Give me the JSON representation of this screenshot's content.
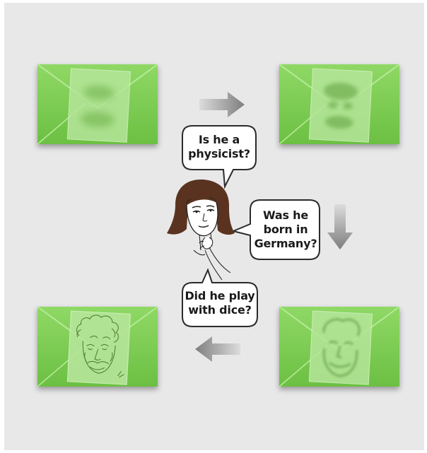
{
  "bubbles": {
    "physicist": {
      "lines": [
        "Is he a",
        "physicist?"
      ]
    },
    "germany": {
      "lines": [
        "Was he",
        "born in",
        "Germany?"
      ]
    },
    "dice": {
      "lines": [
        "Did he play",
        "with dice?"
      ]
    }
  },
  "colors": {
    "background": "#e8e8e9",
    "card_green": "#7ccd52",
    "card_light": "#a9e08a",
    "arrow_gray": "#8e8e8e",
    "hair": "#5a3320"
  },
  "icons": [
    "arrow-right-icon",
    "arrow-down-icon",
    "arrow-left-icon",
    "thinking-woman-figure",
    "einstein-sketch"
  ]
}
